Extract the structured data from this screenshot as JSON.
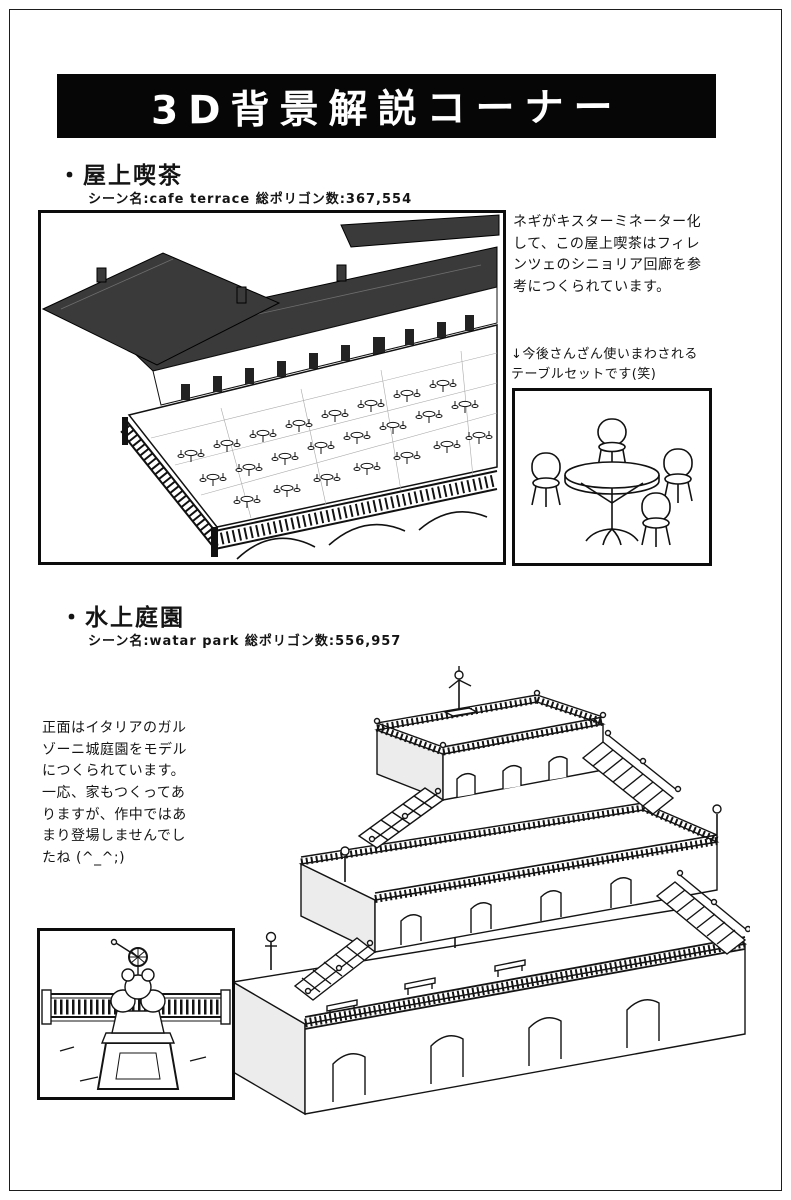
{
  "header": {
    "title": "3D背景解説コーナー"
  },
  "cafe": {
    "title": "・屋上喫茶",
    "scene_info": "シーン名:cafe terrace 総ポリゴン数:367,554",
    "description": "ネギがキスターミネーター化\nして、この屋上喫茶はフィレ\nンツェのシニョリア回廊を参\n考につくられています。",
    "caption": "↓今後さんざん使いまわされる\nテーブルセットです(笑)"
  },
  "garden": {
    "title": "・水上庭園",
    "scene_info": "シーン名:watar park 総ポリゴン数:556,957",
    "description": "正面はイタリアのガル\nゾーニ城庭園をモデル\nにつくられています。\n一応、家もつくってあ\nりますが、作中ではあ\nまり登場しませんでし\nたね (^_^;)"
  }
}
